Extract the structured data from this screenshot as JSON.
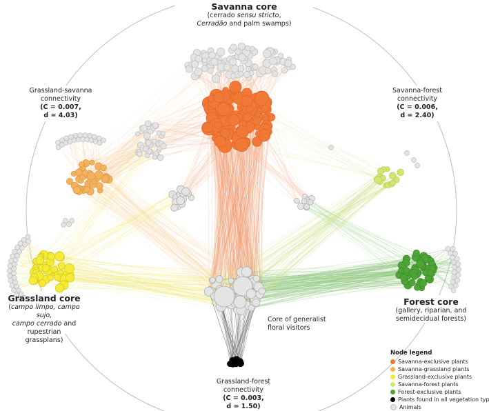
{
  "cores": {
    "savanna": {
      "title": "Savanna core",
      "line1_pre": "(cerrado ",
      "line1_em": "sensu stricto",
      "line1_post": ",",
      "line2_em": "Cerradão",
      "line2_post": " and palm swamps)"
    },
    "grassland": {
      "title": "Grassland core",
      "line1_pre": "(",
      "line1_em": "campo limpo, campo sujo,",
      "line2_em": "campo cerrado",
      "line2_post": " and rupestrian",
      "line3": "grassplans)"
    },
    "forest": {
      "title": "Forest core",
      "line1": "(gallery, riparian, and",
      "line2": "semidecidual forests)"
    },
    "generalist": {
      "line1": "Core of generalist",
      "line2": "floral visitors"
    }
  },
  "connectivity": {
    "grassland_savanna": {
      "line1": "Grassland-savanna",
      "line2": "connectivity",
      "c_label": "(C = 0.007,",
      "d_label": "d = 4.03)"
    },
    "savanna_forest": {
      "line1": "Savanna-forest",
      "line2": "connectivity",
      "c_label": "(C = 0.006,",
      "d_label": "d = 2.40)"
    },
    "grassland_forest": {
      "line1": "Grassland-forest",
      "line2": "connectivity",
      "c_label": "(C = 0.003,",
      "d_label": "d = 1.50)"
    }
  },
  "legend": {
    "title": "Node legend",
    "items": [
      {
        "label": "Savanna-exclusive plants",
        "color": "#f07a35"
      },
      {
        "label": "Savanna-grassland plants",
        "color": "#f5b25c"
      },
      {
        "label": "Grassland-exclusive plants",
        "color": "#f5eb35"
      },
      {
        "label": "Savanna-forest plants",
        "color": "#d3e672"
      },
      {
        "label": "Forest-exclusive plants",
        "color": "#4ea535"
      },
      {
        "label": "Plants found in all vegetation types",
        "color": "#000000"
      },
      {
        "label": "Animals",
        "color": "#e4e4e4"
      }
    ]
  }
}
